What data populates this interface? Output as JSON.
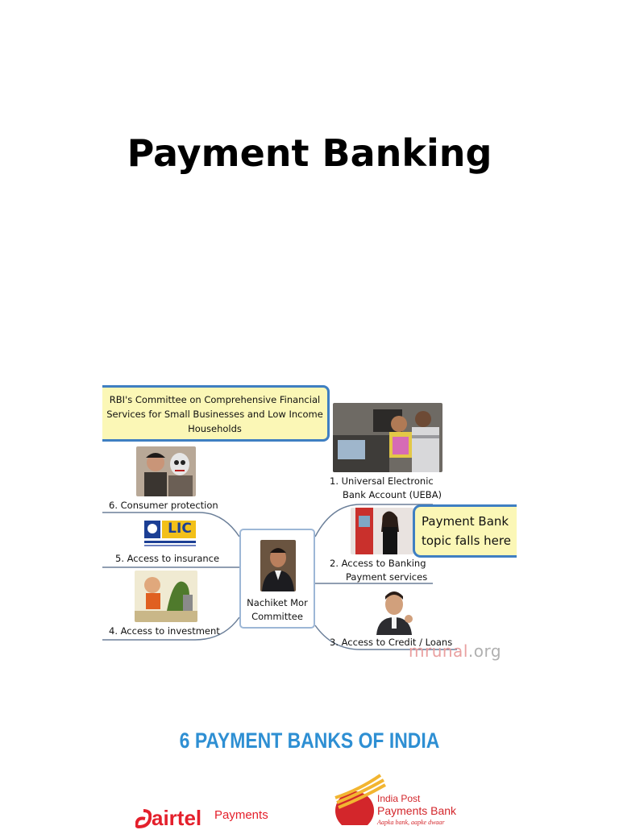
{
  "slide": {
    "title": "Payment Banking"
  },
  "mindmap": {
    "top_callout": [
      "RBI's Committee on Comprehensive Financial",
      "Services for Small Businesses and Low Income",
      "Households"
    ],
    "side_callout": [
      "Payment Bank",
      "topic falls here"
    ],
    "center": [
      "Nachiket Mor",
      "Committee"
    ],
    "branches": {
      "b1": [
        "1.  Universal  Electronic",
        "Bank  Account (UEBA)"
      ],
      "b2": [
        "2.  Access to Banking",
        "Payment services"
      ],
      "b3": "3.  Access to Credit / Loans",
      "b4": "4.  Access to investment",
      "b5": "5.  Access to insurance",
      "b6": "6.  Consumer protection"
    },
    "lic_logo_text": "LIC",
    "watermark_main": "mrunal",
    "watermark_suffix": ".org"
  },
  "banks": {
    "heading": "6 PAYMENT BANKS OF INDIA",
    "airtel_brand": "airtel",
    "airtel_product": "Payments",
    "ippb_line1": "India Post",
    "ippb_line2": "Payments Bank",
    "ippb_tagline": "Aapka bank, aapke dwaar"
  },
  "colors": {
    "callout_fill": "#fbf7b6",
    "callout_border": "#3f7fc2",
    "heading_blue": "#2e8fd3",
    "airtel_red": "#e4202c",
    "ippb_red": "#d3262b",
    "ippb_yellow": "#f2b531"
  }
}
